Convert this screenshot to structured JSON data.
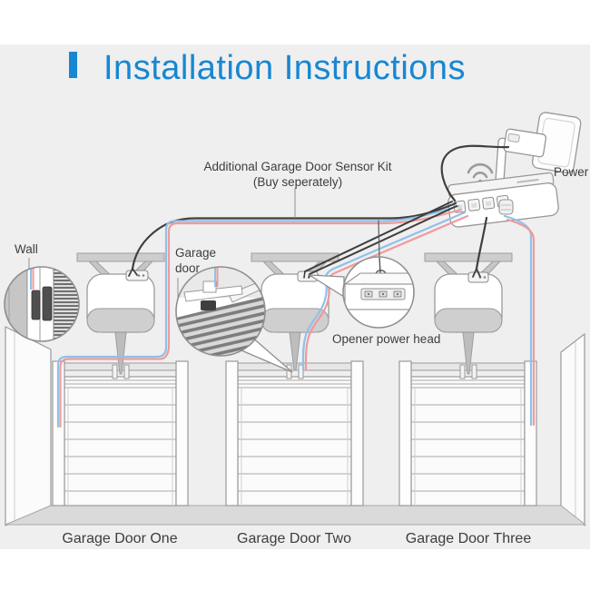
{
  "title": {
    "text": "Installation Instructions"
  },
  "labels": {
    "power": "Power",
    "wall": "Wall",
    "garage_door_line1": "Garage",
    "garage_door_line2": "door",
    "opener_power_head": "Opener power head",
    "sensor_kit_line1": "Additional Garage Door Sensor Kit",
    "sensor_kit_line2": "(Buy seperately)"
  },
  "doors": [
    {
      "label": "Garage Door One"
    },
    {
      "label": "Garage Door Two"
    },
    {
      "label": "Garage Door Three"
    }
  ],
  "icons": {
    "wifi": "wifi-signal-icon",
    "antenna": "hub-antenna",
    "power_outlet": "wall-outlet"
  },
  "colors": {
    "background_panel": "#efefef",
    "accent_blue": "#1787d3",
    "wire_black": "#3f3f3f",
    "wire_red": "#f09a9a",
    "wire_blue": "#8fc1ea",
    "text_dark": "#3d3d3d"
  }
}
